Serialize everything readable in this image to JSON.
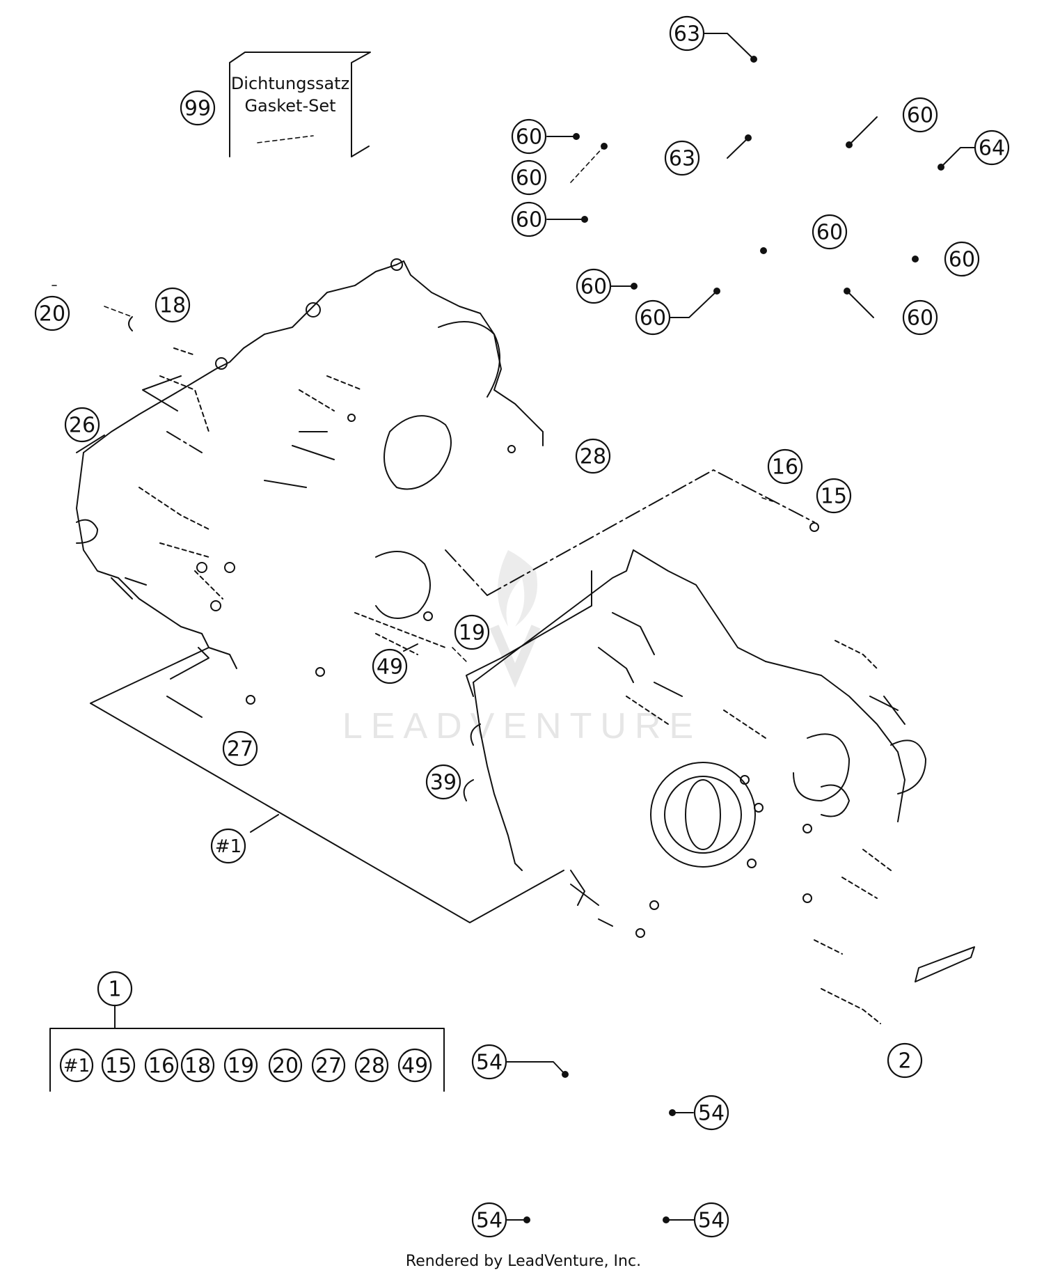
{
  "gasket_set": {
    "line1": "Dichtungssatz",
    "line2": "Gasket-Set"
  },
  "callouts": {
    "c99": "99",
    "c63a": "63",
    "c63b": "63",
    "c64": "64",
    "c60a": "60",
    "c60b": "60",
    "c60c": "60",
    "c60d": "60",
    "c60e": "60",
    "c60f": "60",
    "c60g": "60",
    "c60h": "60",
    "c60i": "60",
    "c20": "20",
    "c18": "18",
    "c26": "26",
    "c28": "28",
    "c16": "16",
    "c15": "15",
    "c19": "19",
    "c49": "49",
    "c27": "27",
    "c39": "39",
    "c_hash1": "#1",
    "c2": "2",
    "c1": "1",
    "c54a": "54",
    "c54b": "54",
    "c54c": "54",
    "c54d": "54"
  },
  "kit_items": [
    "#1",
    "15",
    "16",
    "18",
    "19",
    "20",
    "27",
    "28",
    "49"
  ],
  "watermark": "LEADVENTURE",
  "footer": "Rendered by LeadVenture, Inc."
}
